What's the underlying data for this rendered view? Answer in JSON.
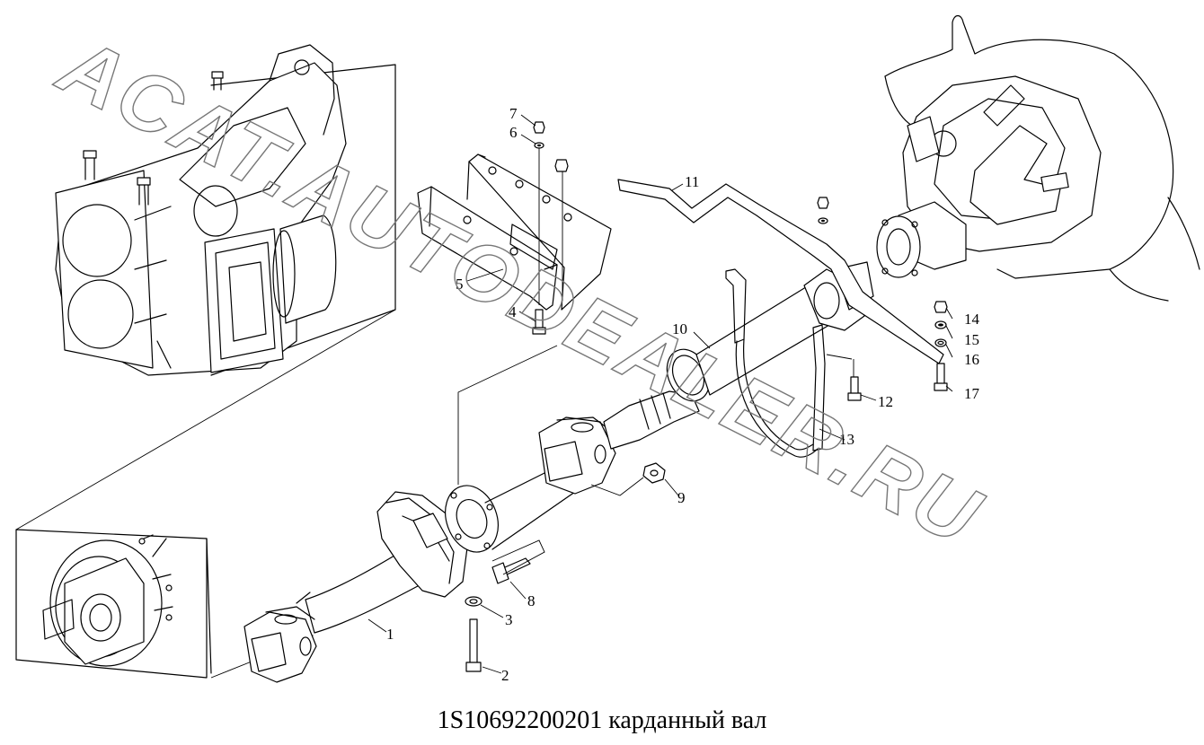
{
  "caption": "1S10692200201 карданный вал",
  "watermark": "ACAT.AUTODEALER.RU",
  "part_numbers": [
    "1",
    "2",
    "3",
    "4",
    "5",
    "6",
    "7",
    "8",
    "9",
    "10",
    "11",
    "12",
    "13",
    "14",
    "15",
    "16",
    "17"
  ]
}
